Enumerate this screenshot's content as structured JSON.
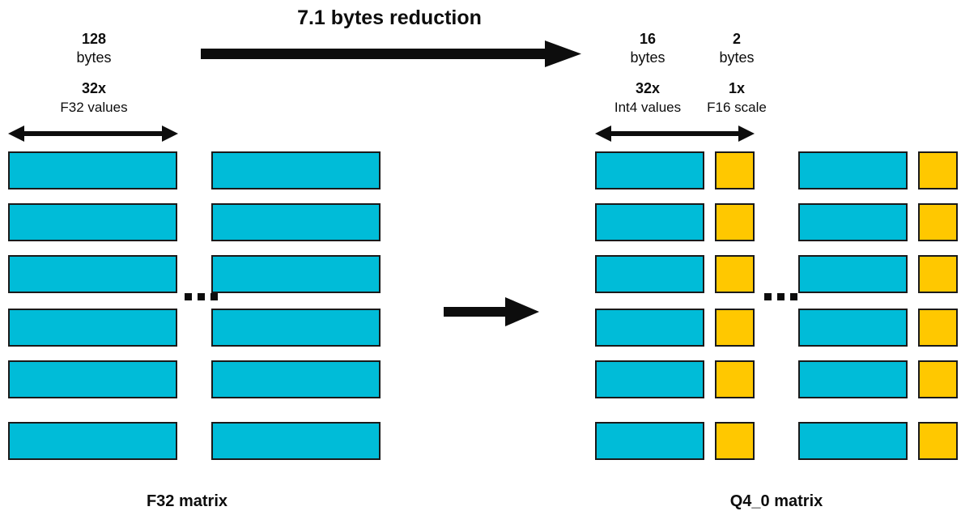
{
  "diagram": {
    "headline": "7.1 bytes reduction",
    "footer_left": "F32 matrix",
    "footer_right": "Q4_0 matrix",
    "colors": {
      "values_block": "#00bcd8",
      "scale_block": "#ffc800",
      "outline": "#1a1a1a",
      "text": "#0d0d0d",
      "background": "#ffffff"
    },
    "ellipsis": "...",
    "left_side": {
      "name": "F32 matrix",
      "size_value": "128",
      "size_unit": "bytes",
      "count": "32x",
      "count_desc": "F32 values",
      "rows": 6,
      "block_groups": 2,
      "cells_per_group": [
        "F32 values"
      ]
    },
    "right_side": {
      "name": "Q4_0 matrix",
      "values_size_value": "16",
      "values_size_unit": "bytes",
      "values_count": "32x",
      "values_count_desc": "Int4 values",
      "scale_size_value": "2",
      "scale_size_unit": "bytes",
      "scale_count": "1x",
      "scale_count_desc": "F16 scale",
      "rows": 6,
      "block_groups": 2,
      "cells_per_group": [
        "Int4 values",
        "F16 scale"
      ]
    },
    "arrows": {
      "reduction_arrow": "right-arrow",
      "transform_arrow": "right-arrow",
      "left_span_arrow": "double-headed-arrow",
      "right_span_arrow": "double-headed-arrow"
    }
  }
}
